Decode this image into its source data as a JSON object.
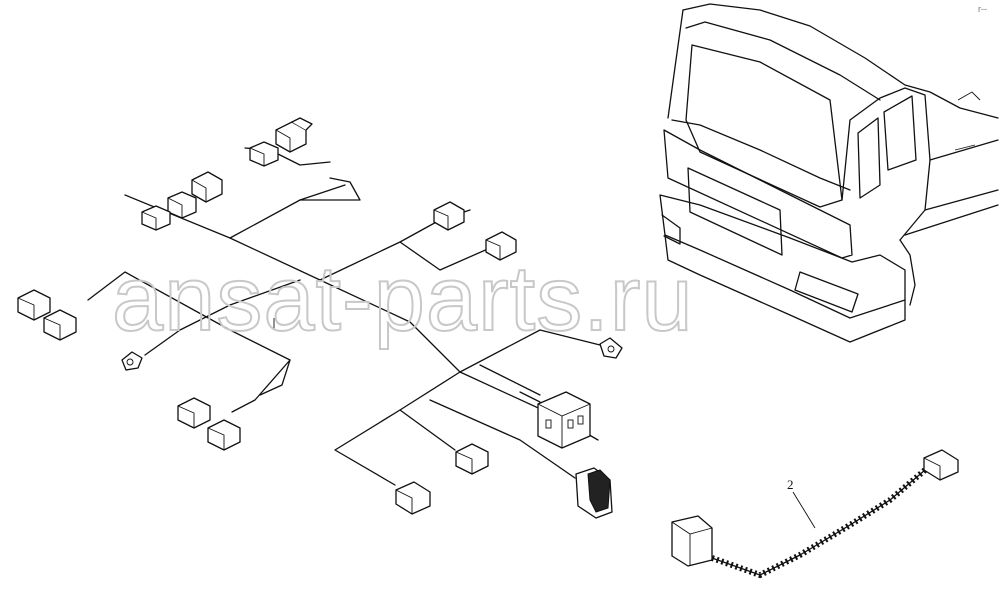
{
  "watermark": "ansat-parts.ru",
  "callouts": [
    {
      "label": "2"
    }
  ],
  "corner_mark": "r--",
  "icons": [
    "wiring-harness",
    "truck-cab",
    "connector",
    "relay",
    "lamp-bulb",
    "corrugated-cable"
  ]
}
